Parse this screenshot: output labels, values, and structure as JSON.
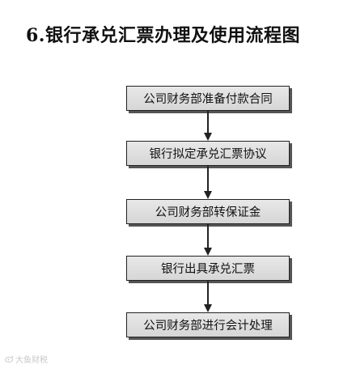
{
  "title": "6.银行承兑汇票办理及使用流程图",
  "steps": [
    "公司财务部准备付款合同",
    "银行拟定承兑汇票协议",
    "公司财务部转保证金",
    "银行出具承兑汇票",
    "公司财务部进行会计处理"
  ],
  "watermark": {
    "icon": "weibo-icon",
    "text": "大鱼财税"
  }
}
